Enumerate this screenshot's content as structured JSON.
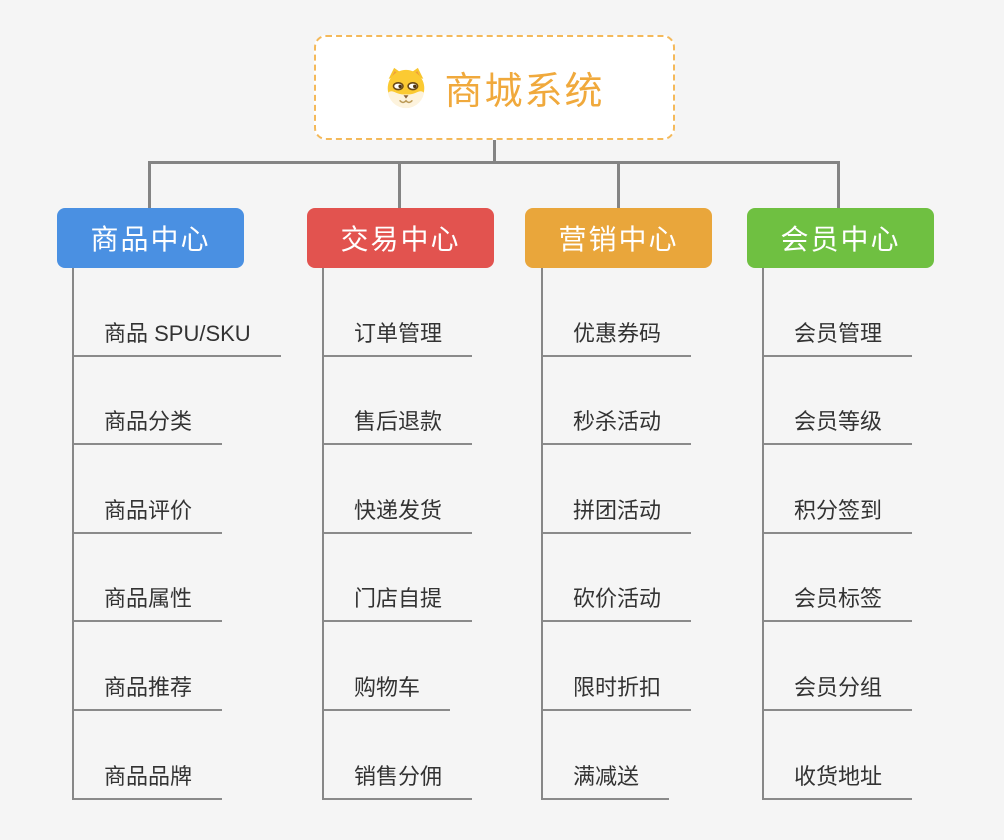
{
  "root": {
    "title": "商城系统",
    "icon": "doge-icon",
    "text_color": "#f0a93c",
    "border_color": "#f4b95a",
    "background": "#ffffff"
  },
  "branches": [
    {
      "label": "商品中心",
      "color": "#4a90e2",
      "items": [
        "商品 SPU/SKU",
        "商品分类",
        "商品评价",
        "商品属性",
        "商品推荐",
        "商品品牌"
      ]
    },
    {
      "label": "交易中心",
      "color": "#e2534f",
      "items": [
        "订单管理",
        "售后退款",
        "快递发货",
        "门店自提",
        "购物车",
        "销售分佣"
      ]
    },
    {
      "label": "营销中心",
      "color": "#e9a63b",
      "items": [
        "优惠券码",
        "秒杀活动",
        "拼团活动",
        "砍价活动",
        "限时折扣",
        "满减送"
      ]
    },
    {
      "label": "会员中心",
      "color": "#6fc041",
      "items": [
        "会员管理",
        "会员等级",
        "积分签到",
        "会员标签",
        "会员分组",
        "收货地址"
      ]
    }
  ],
  "palette": {
    "page_background": "#f5f5f5",
    "connector_color": "#848484",
    "column_line_color": "#878787",
    "underline_color": "#8a8a8a",
    "sub_item_text_color": "#333333",
    "branch_text_color": "#ffffff"
  }
}
